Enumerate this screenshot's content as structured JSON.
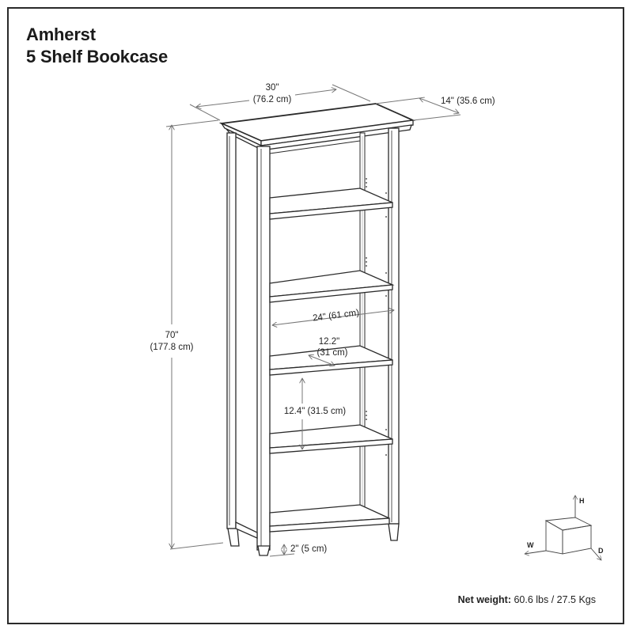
{
  "product": {
    "brand_line": "Amherst",
    "model_line": "5 Shelf Bookcase"
  },
  "dimensions": {
    "width": {
      "inches": "30\"",
      "cm": "(76.2 cm)"
    },
    "depth": {
      "label": "14\" (35.6 cm)"
    },
    "height": {
      "inches": "70\"",
      "cm": "(177.8 cm)"
    },
    "shelf_width": {
      "label": "24\" (61 cm)"
    },
    "shelf_depth": {
      "inches": "12.2\"",
      "cm": "(31 cm)"
    },
    "shelf_spacing": {
      "label": "12.4\" (31.5 cm)"
    },
    "leg_height": {
      "label": "2\" (5 cm)"
    }
  },
  "axis_legend": {
    "h": "H",
    "w": "W",
    "d": "D"
  },
  "weight": {
    "label": "Net weight:",
    "value": " 60.6 lbs / 27.5 Kgs"
  },
  "colors": {
    "line": "#2a2a2a",
    "dim_line": "#777777",
    "text": "#1a1a1a"
  }
}
